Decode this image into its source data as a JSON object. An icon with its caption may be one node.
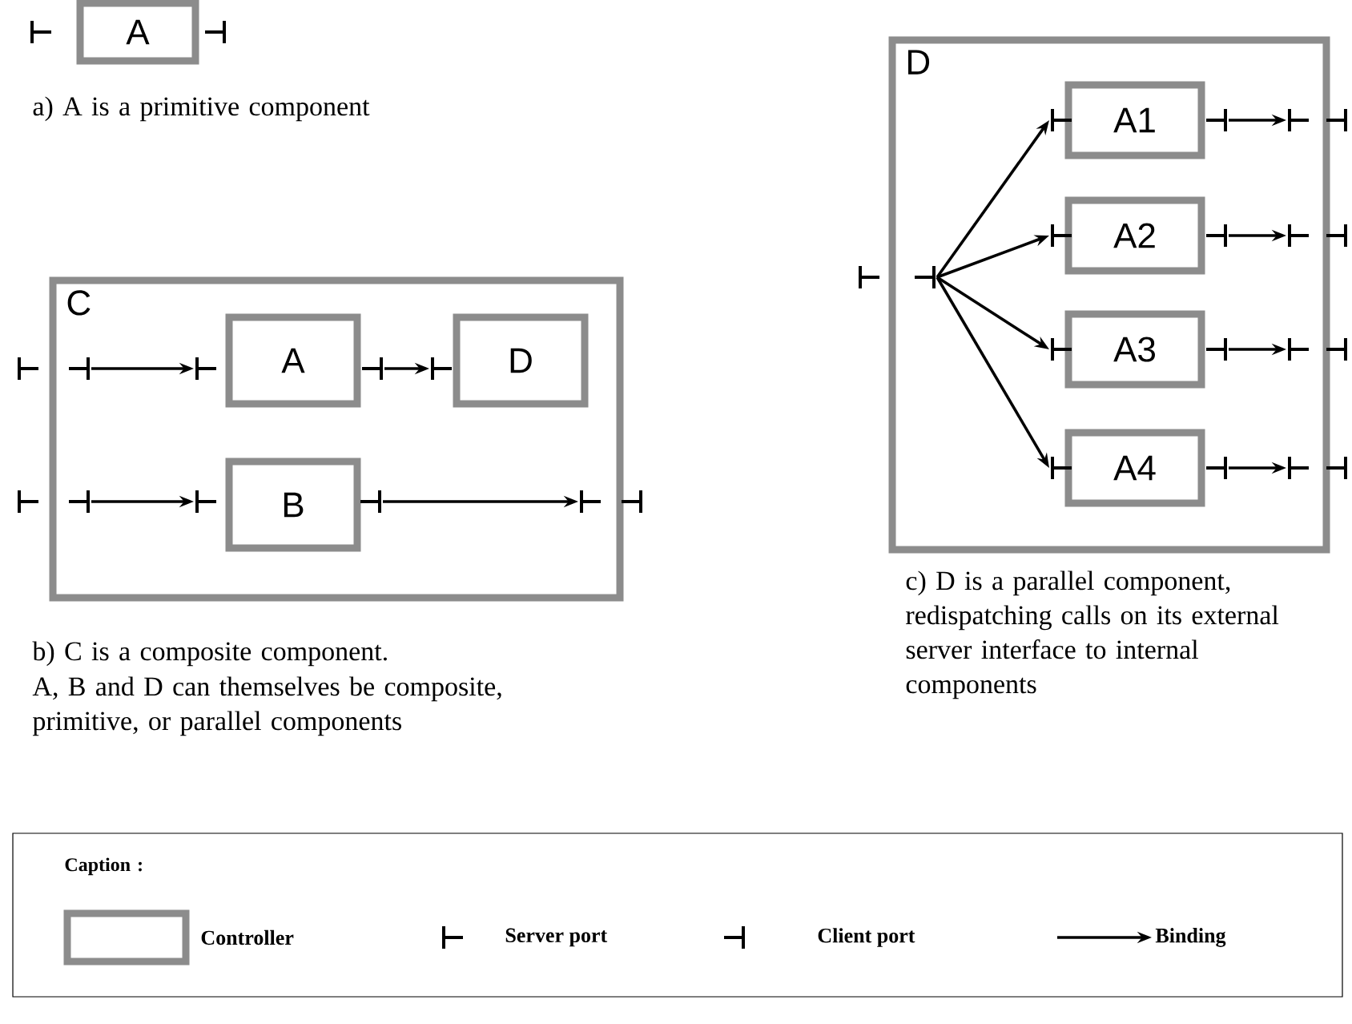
{
  "diagram": {
    "nodes": [
      {
        "text": [
          "A"
        ]
      },
      {
        "text": [
          "C"
        ]
      },
      {
        "text": [
          "A"
        ],
        "in": 1
      },
      {
        "text": [
          "D"
        ],
        "in": 1
      },
      {
        "text": [
          "B"
        ],
        "in": 1
      },
      {
        "text": [
          "D"
        ]
      },
      {
        "text": [
          "A1"
        ],
        "in": 5
      },
      {
        "text": [
          "A2"
        ],
        "in": 5
      },
      {
        "text": [
          "A3"
        ],
        "in": 5
      },
      {
        "text": [
          "A4"
        ],
        "in": 5
      }
    ],
    "edges": [
      {
        "from": 1,
        "to": 2,
        "arrow": "to"
      },
      {
        "from": 2,
        "to": 3,
        "arrow": "to"
      },
      {
        "from": 1,
        "to": 4,
        "arrow": "to"
      },
      {
        "from": 4,
        "to": 1,
        "arrow": "to"
      },
      {
        "from": 5,
        "to": 6,
        "arrow": "to"
      },
      {
        "from": 5,
        "to": 7,
        "arrow": "to"
      },
      {
        "from": 5,
        "to": 8,
        "arrow": "to"
      },
      {
        "from": 5,
        "to": 9,
        "arrow": "to"
      },
      {
        "from": 6,
        "to": 5,
        "arrow": "to"
      },
      {
        "from": 7,
        "to": 5,
        "arrow": "to"
      },
      {
        "from": 8,
        "to": 5,
        "arrow": "to"
      },
      {
        "from": 9,
        "to": 5,
        "arrow": "to"
      }
    ],
    "labels": [
      "a) A is a primitive component",
      "b) C is a composite component.",
      "A, B and D can themselves be composite, primitive, or parallel components",
      "c) D is a parallel component, redispatching calls on its external server interface to internal components",
      "Caption :"
    ],
    "legend": [
      {
        "text": "Controller"
      },
      {
        "text": "Server port"
      },
      {
        "text": "Client port"
      },
      {
        "text": "Binding"
      }
    ]
  }
}
